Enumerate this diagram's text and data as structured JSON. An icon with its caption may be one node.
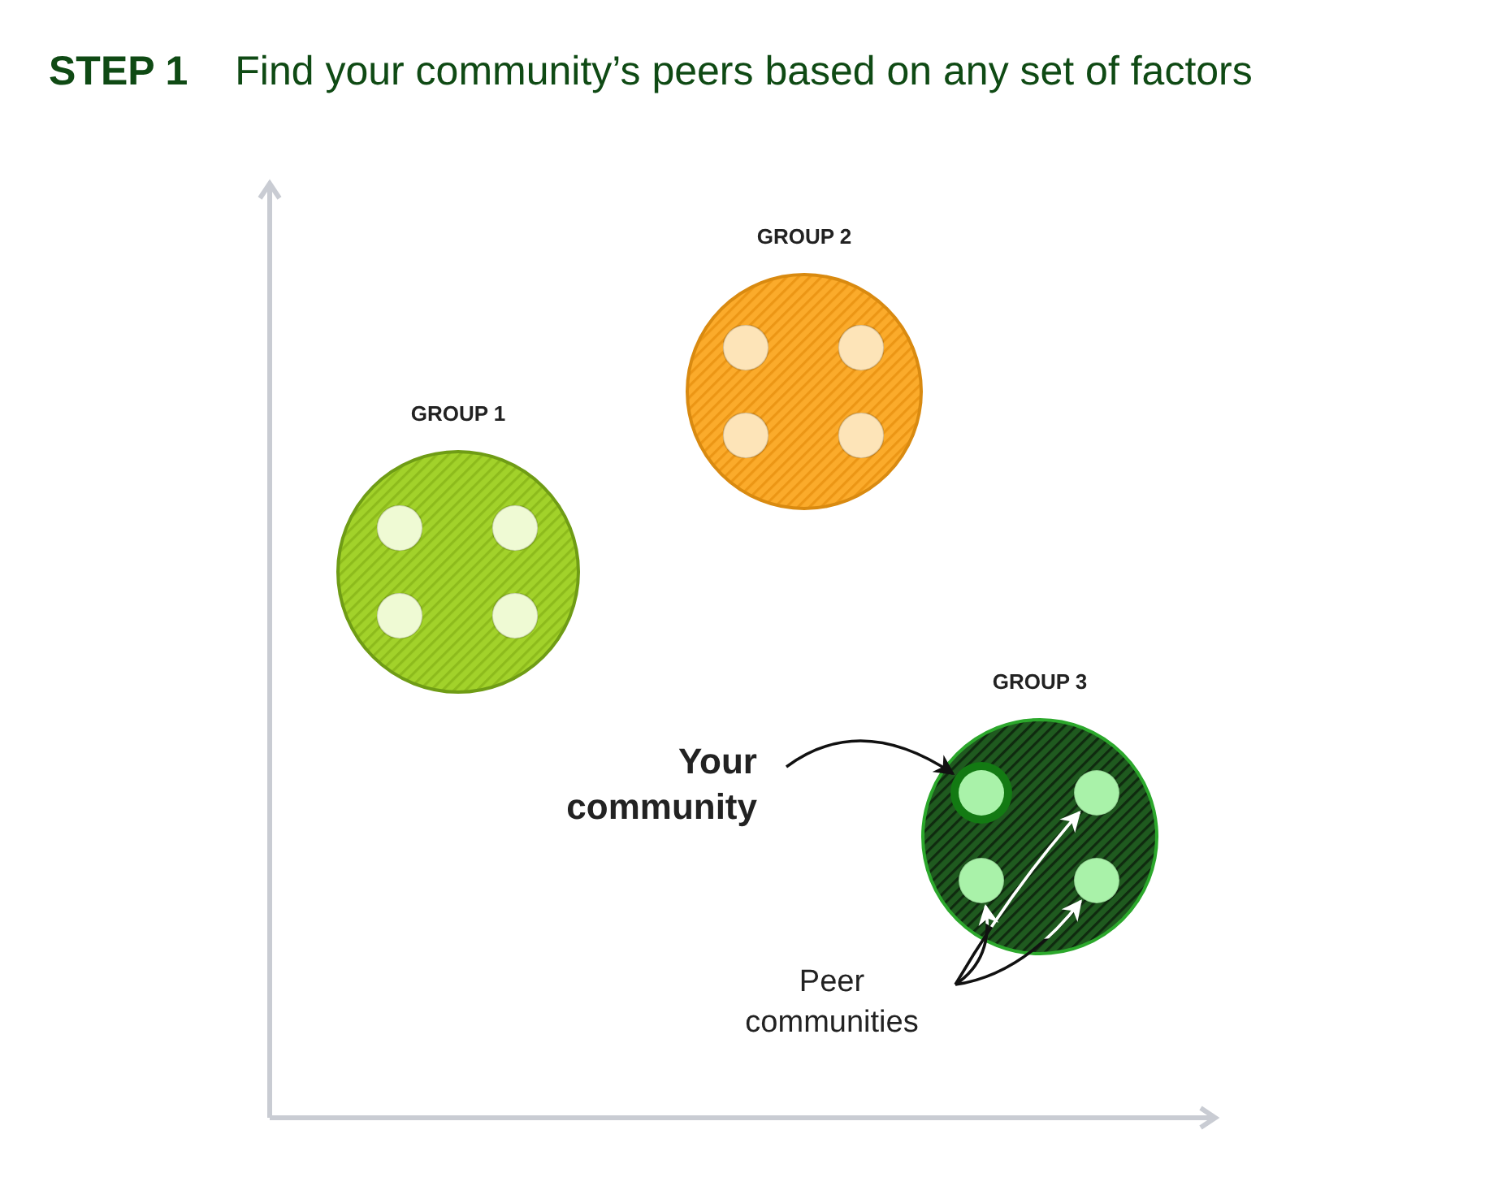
{
  "diagram": {
    "title": "**STEP 1** Find your community’s peers based on any set of factors",
    "nodes": [
      {
        "text": [
          "GROUP 1"
        ]
      },
      {
        "text": [],
        "shape": "circle",
        "in": 0
      },
      {
        "text": [],
        "shape": "circle",
        "in": 0
      },
      {
        "text": [],
        "shape": "circle",
        "in": 0
      },
      {
        "text": [],
        "shape": "circle",
        "in": 0
      },
      {
        "text": [
          "GROUP 2"
        ]
      },
      {
        "text": [],
        "shape": "circle",
        "in": 5
      },
      {
        "text": [],
        "shape": "circle",
        "in": 5
      },
      {
        "text": [],
        "shape": "circle",
        "in": 5
      },
      {
        "text": [],
        "shape": "circle",
        "in": 5
      },
      {
        "text": [
          "GROUP 3"
        ]
      },
      {
        "text": [],
        "shape": "circle",
        "in": 10
      },
      {
        "text": [],
        "shape": "circle",
        "in": 10
      },
      {
        "text": [],
        "shape": "circle",
        "in": 10
      },
      {
        "text": [],
        "shape": "circle",
        "in": 10
      },
      {
        "text": [
          "Your community"
        ]
      },
      {
        "text": [
          "Peer communities"
        ]
      }
    ],
    "edges": [
      {
        "from": 15,
        "to": 11,
        "arrow": "to"
      },
      {
        "from": 16,
        "to": 12,
        "arrow": "to"
      },
      {
        "from": 16,
        "to": 13,
        "arrow": "to"
      },
      {
        "from": 16,
        "to": 14,
        "arrow": "to"
      }
    ]
  }
}
